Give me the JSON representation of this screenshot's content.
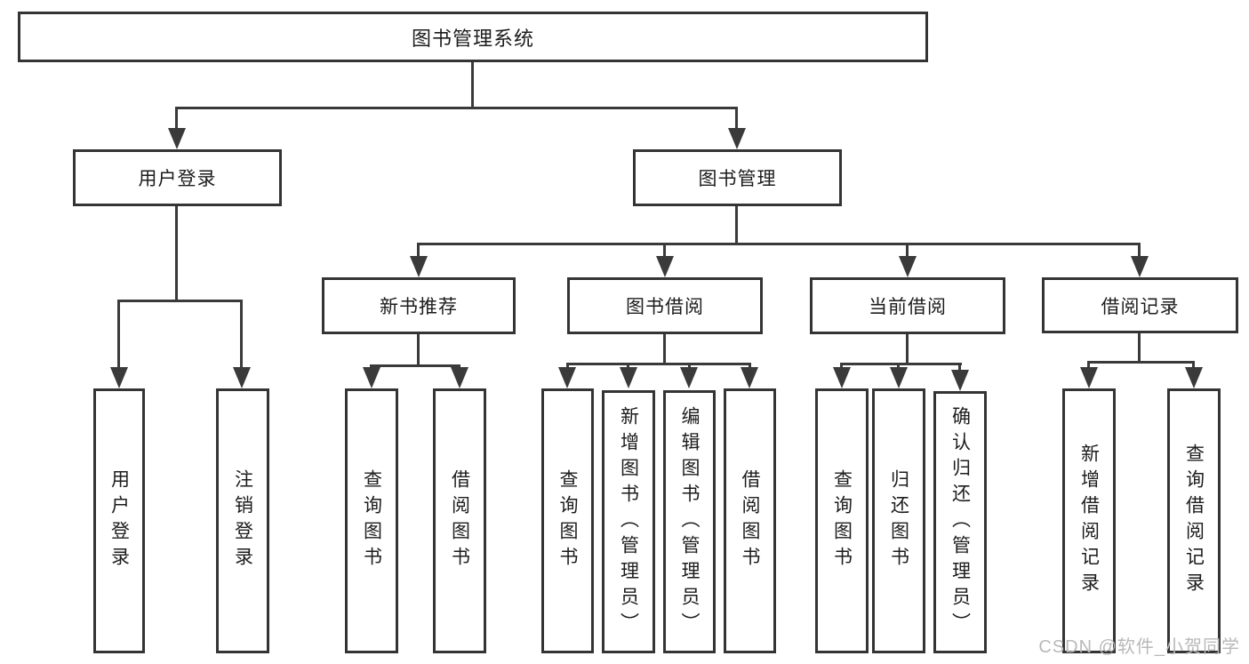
{
  "tree": {
    "label": "图书管理系统",
    "children": [
      {
        "label": "用户登录",
        "children": [
          {
            "label": "用户登录"
          },
          {
            "label": "注销登录"
          }
        ]
      },
      {
        "label": "图书管理",
        "children": [
          {
            "label": "新书推荐",
            "children": [
              {
                "label": "查询图书"
              },
              {
                "label": "借阅图书"
              }
            ]
          },
          {
            "label": "图书借阅",
            "children": [
              {
                "label": "查询图书"
              },
              {
                "label": "新增图书（管理员）"
              },
              {
                "label": "编辑图书（管理员）"
              },
              {
                "label": "借阅图书"
              }
            ]
          },
          {
            "label": "当前借阅",
            "children": [
              {
                "label": "查询图书"
              },
              {
                "label": "归还图书"
              },
              {
                "label": "确认归还（管理员）"
              }
            ]
          },
          {
            "label": "借阅记录",
            "children": [
              {
                "label": "新增借阅记录"
              },
              {
                "label": "查询借阅记录"
              }
            ]
          }
        ]
      }
    ]
  },
  "watermark": "CSDN @软件_小贺同学",
  "colors": {
    "line": "#3a3a3a",
    "border": "#343434",
    "text": "#1c1c1c",
    "watermark": "#b9b9b9",
    "background": "#ffffff"
  }
}
